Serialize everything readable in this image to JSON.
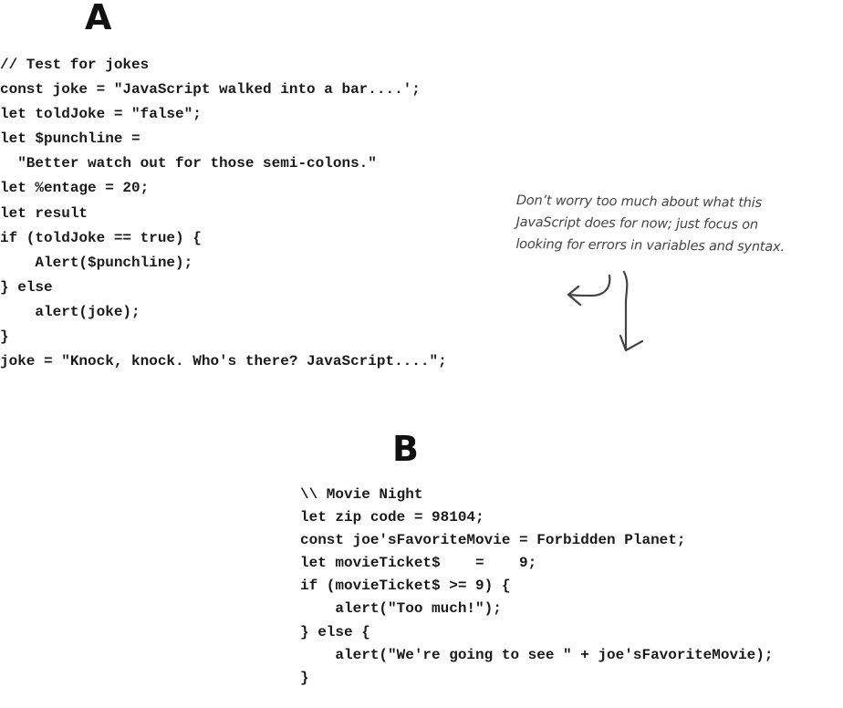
{
  "section_a": {
    "letter": "A",
    "code_lines": [
      "// Test for jokes",
      "const joke = \"JavaScript walked into a bar....';",
      "let toldJoke = \"false\";",
      "let $punchline =",
      "  \"Better watch out for those semi-colons.\"",
      "let %entage = 20;",
      "let result",
      "",
      "if (toldJoke == true) {",
      "    Alert($punchline);",
      "} else",
      "    alert(joke);",
      "}",
      "joke = \"Knock, knock. Who's there? JavaScript....\";"
    ]
  },
  "annotation": {
    "lines": [
      "Don’t worry too much about what this",
      "JavaScript does for now; just focus on",
      "looking for errors in variables and syntax."
    ],
    "arrow_icons": [
      "curved-arrow-left-icon",
      "arrow-down-icon"
    ]
  },
  "section_b": {
    "letter": "B",
    "code_lines": [
      "\\\\ Movie Night",
      "let zip code = 98104;",
      "const joe'sFavoriteMovie = Forbidden Planet;",
      "let movieTicket$    =    9;",
      "",
      "if (movieTicket$ >= 9) {",
      "    alert(\"Too much!\");",
      "} else {",
      "    alert(\"We're going to see \" + joe'sFavoriteMovie);",
      "}"
    ]
  }
}
